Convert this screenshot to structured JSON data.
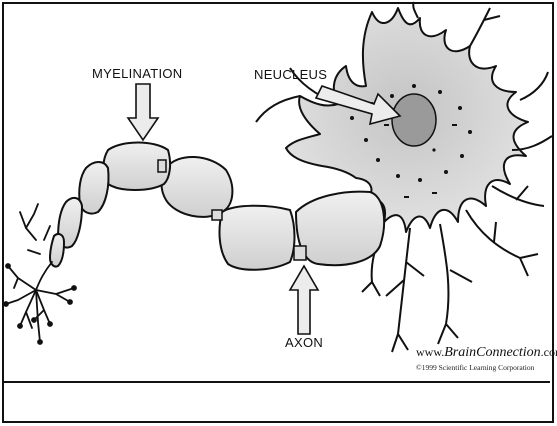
{
  "labels": {
    "myelination": "MYELINATION",
    "nucleus": "NEUCLEUS",
    "axon": "AXON"
  },
  "watermark": {
    "site_prefix": "www.",
    "site_brand": "BrainConnection",
    "site_suffix": ".com",
    "copyright": "©1999 Scientific Learning Corporation"
  },
  "colors": {
    "outline": "#111111",
    "fill_light": "#e6e6e6",
    "fill_mid": "#c8c8c8",
    "nucleus_fill": "#9a9a9a"
  }
}
